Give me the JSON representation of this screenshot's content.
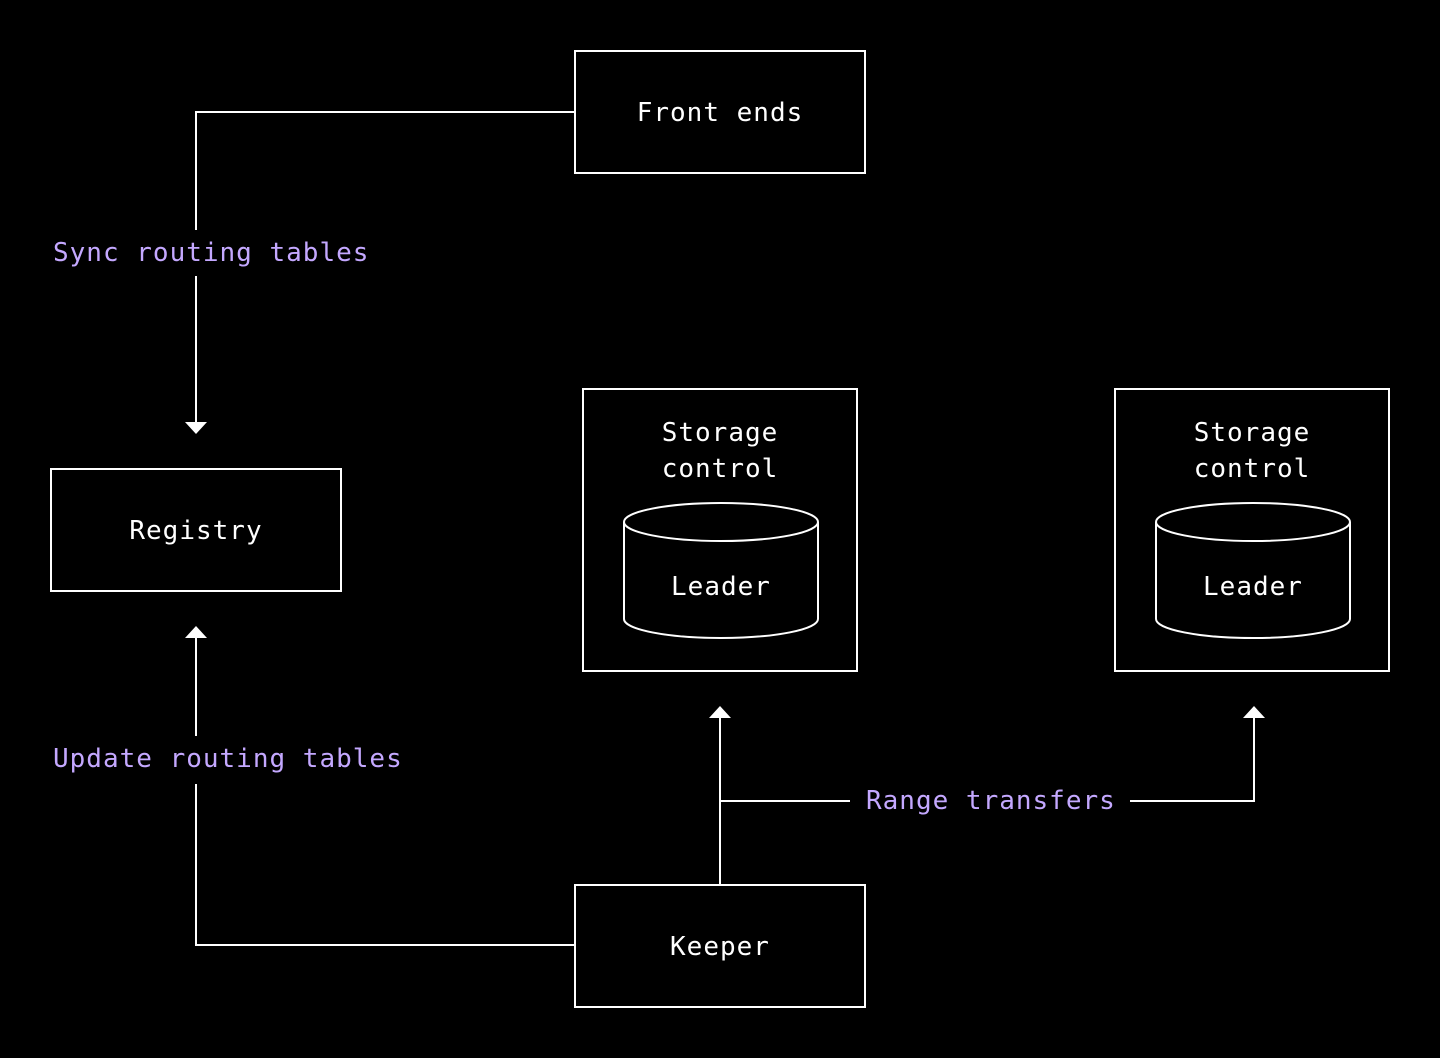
{
  "colors": {
    "background": "#000000",
    "foreground": "#ffffff",
    "edge_label": "#c4a8ff"
  },
  "nodes": {
    "front_ends": {
      "label": "Front ends"
    },
    "registry": {
      "label": "Registry"
    },
    "keeper": {
      "label": "Keeper"
    },
    "storage_control_1": {
      "label_line1": "Storage",
      "label_line2": "control",
      "leader": {
        "label": "Leader",
        "icon": "database-cylinder-icon"
      }
    },
    "storage_control_2": {
      "label_line1": "Storage",
      "label_line2": "control",
      "leader": {
        "label": "Leader",
        "icon": "database-cylinder-icon"
      }
    }
  },
  "edges": {
    "sync_routing_tables": {
      "label": "Sync routing tables",
      "from": "Front ends",
      "to": "Registry"
    },
    "update_routing_tables": {
      "label": "Update routing tables",
      "from": "Keeper",
      "to": "Registry"
    },
    "range_transfers": {
      "label": "Range transfers",
      "from": "Keeper",
      "to": [
        "Storage control",
        "Storage control"
      ]
    }
  }
}
